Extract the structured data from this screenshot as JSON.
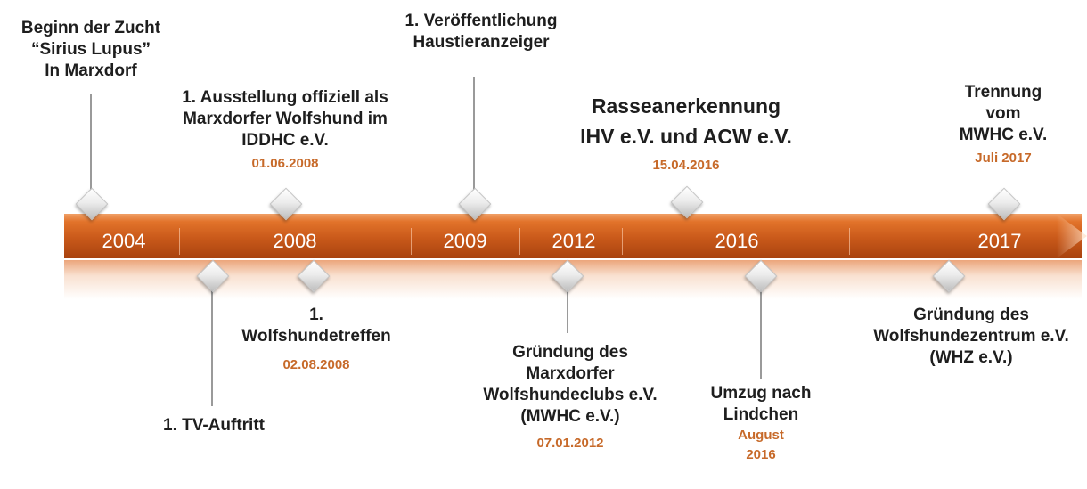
{
  "years": [
    "2004",
    "2008",
    "2009",
    "2012",
    "2016",
    "2017"
  ],
  "events": {
    "beginn": {
      "lines": [
        "Beginn der Zucht",
        "“Sirius Lupus”",
        "In Marxdorf"
      ]
    },
    "ausstellung": {
      "lines": [
        "1. Ausstellung offiziell als",
        "Marxdorfer Wolfshund im",
        "IDDHC e.V."
      ],
      "date": "01.06.2008"
    },
    "veroeffentlichung": {
      "lines": [
        "1. Veröffentlichung",
        "Haustieranzeiger"
      ]
    },
    "rasseanerkennung": {
      "lines": [
        "Rasseanerkennung",
        "IHV e.V. und ACW e.V."
      ],
      "date": "15.04.2016"
    },
    "trennung": {
      "lines": [
        "Trennung",
        "vom",
        "MWHC e.V."
      ],
      "date": "Juli 2017"
    },
    "tv": {
      "lines": [
        "1. TV-Auftritt"
      ]
    },
    "treffen": {
      "lines": [
        "1.",
        "Wolfshundetreffen"
      ],
      "date": "02.08.2008"
    },
    "mwhc": {
      "lines": [
        "Gründung des",
        "Marxdorfer",
        "Wolfshundeclubs e.V.",
        "(MWHC e.V.)"
      ],
      "date": "07.01.2012"
    },
    "umzug": {
      "lines": [
        "Umzug nach",
        "Lindchen"
      ],
      "date_lines": [
        "August",
        "2016"
      ]
    },
    "whz": {
      "lines": [
        "Gründung des",
        "Wolfshundezentrum e.V.",
        "(WHZ e.V.)"
      ]
    }
  },
  "colors": {
    "bar": "#d4621f",
    "date": "#c76a2a",
    "text": "#1e1e1e"
  }
}
